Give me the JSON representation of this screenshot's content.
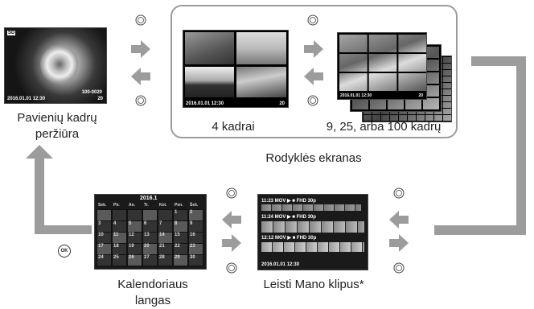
{
  "labels": {
    "single": "Pavienių kadrų peržiūra",
    "four": "4 kadrai",
    "many": "9, 25, arba 100 kadrų",
    "index": "Rodyklės ekranas",
    "calendar": "Kalendoriaus langas",
    "clips": "Leisti Mano klipus*"
  },
  "single_screen": {
    "timestamp": "2016.01.01 12:30",
    "counter": "100-0020",
    "frame": "20"
  },
  "four_screen": {
    "timestamp": "2016.01.01 12:30",
    "frame": "20"
  },
  "nine_screen": {
    "timestamp": "2016.01.01 12:30",
    "frame": "20"
  },
  "calendar_screen": {
    "title": "2016.1",
    "days": [
      "Sek.",
      "Pir.",
      "An.",
      "Tr.",
      "Ket.",
      "Pen.",
      "Šeš."
    ],
    "dates": [
      "",
      "",
      "",
      "",
      "",
      "1",
      "2",
      "3",
      "4",
      "5",
      "6",
      "7",
      "8",
      "9",
      "10",
      "11",
      "12",
      "13",
      "14",
      "15",
      "16",
      "17",
      "18",
      "19",
      "20",
      "21",
      "22",
      "23",
      "24",
      "25",
      "26",
      "27",
      "28",
      "29",
      "30"
    ]
  },
  "clips_screen": {
    "row1": "11:23 MOV ▶ ■ FHD 30p",
    "row2": "11:24 MOV ▶ ■ FHD 30p",
    "row3": "12:12 MOV ▶ ■ FHD 30p",
    "timestamp": "2016.01.01 12:30"
  },
  "icons": {
    "ok": "OK"
  }
}
